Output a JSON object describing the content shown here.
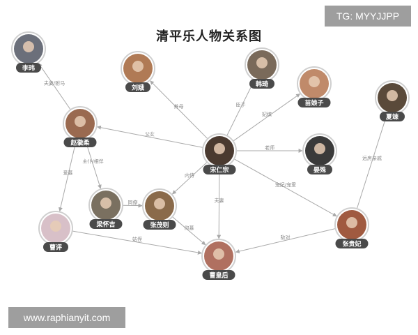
{
  "title": "清平乐人物关系图",
  "watermarks": {
    "tg": "TG: MYYJJPP",
    "url": "www.raphianyit.com"
  },
  "colors": {
    "line": "#a9a9a9",
    "label_bg": "#4a4a4a",
    "ring": "#cfcfcf"
  },
  "nodes": [
    {
      "id": "lishi",
      "name": "李玮",
      "tone": "#6b6f7a"
    },
    {
      "id": "liue",
      "name": "刘娥",
      "tone": "#b07a55"
    },
    {
      "id": "hanqi",
      "name": "韩琦",
      "tone": "#7a6a5a"
    },
    {
      "id": "miaoniangzi",
      "name": "苗娘子",
      "tone": "#c08a6a"
    },
    {
      "id": "xiasong",
      "name": "夏竦",
      "tone": "#5a4a3a"
    },
    {
      "id": "zhaohuirou",
      "name": "赵徽柔",
      "tone": "#9a6a50"
    },
    {
      "id": "songrenzong",
      "name": "宋仁宗",
      "tone": "#4a3a30"
    },
    {
      "id": "yanshu",
      "name": "晏殊",
      "tone": "#3a3a3a"
    },
    {
      "id": "caoping",
      "name": "曹评",
      "tone": "#d8c0c8"
    },
    {
      "id": "lianghuaiji",
      "name": "梁怀吉",
      "tone": "#7a7060"
    },
    {
      "id": "zhangmaoze",
      "name": "张茂则",
      "tone": "#8a6a4a"
    },
    {
      "id": "zhangguifei",
      "name": "张贵妃",
      "tone": "#a05a40"
    },
    {
      "id": "caohuanghou",
      "name": "曹皇后",
      "tone": "#b07060"
    }
  ],
  "edges": [
    {
      "from": "zhaohuirou",
      "to": "lishi",
      "label": "夫妻/驸马"
    },
    {
      "from": "songrenzong",
      "to": "liue",
      "label": "养母"
    },
    {
      "from": "songrenzong",
      "to": "hanqi",
      "label": "臣子"
    },
    {
      "from": "songrenzong",
      "to": "miaoniangzi",
      "label": "妃嫔"
    },
    {
      "from": "songrenzong",
      "to": "zhaohuirou",
      "label": "父女"
    },
    {
      "from": "songrenzong",
      "to": "yanshu",
      "label": "老师"
    },
    {
      "from": "songrenzong",
      "to": "zhangmaoze",
      "label": "内侍"
    },
    {
      "from": "songrenzong",
      "to": "caohuanghou",
      "label": "夫妻"
    },
    {
      "from": "songrenzong",
      "to": "zhangguifei",
      "label": "宠妃/宠爱"
    },
    {
      "from": "zhangguifei",
      "to": "xiasong",
      "label": "远房亲戚"
    },
    {
      "from": "zhaohuirou",
      "to": "caoping",
      "label": "爱慕"
    },
    {
      "from": "zhaohuirou",
      "to": "lianghuaiji",
      "label": "主仆/相伴"
    },
    {
      "from": "lianghuaiji",
      "to": "zhangmaoze",
      "label": "同僚"
    },
    {
      "from": "zhangmaoze",
      "to": "caohuanghou",
      "label": "仰慕"
    },
    {
      "from": "caoping",
      "to": "caohuanghou",
      "label": "姑侄"
    },
    {
      "from": "zhangguifei",
      "to": "caohuanghou",
      "label": "敌对"
    }
  ]
}
